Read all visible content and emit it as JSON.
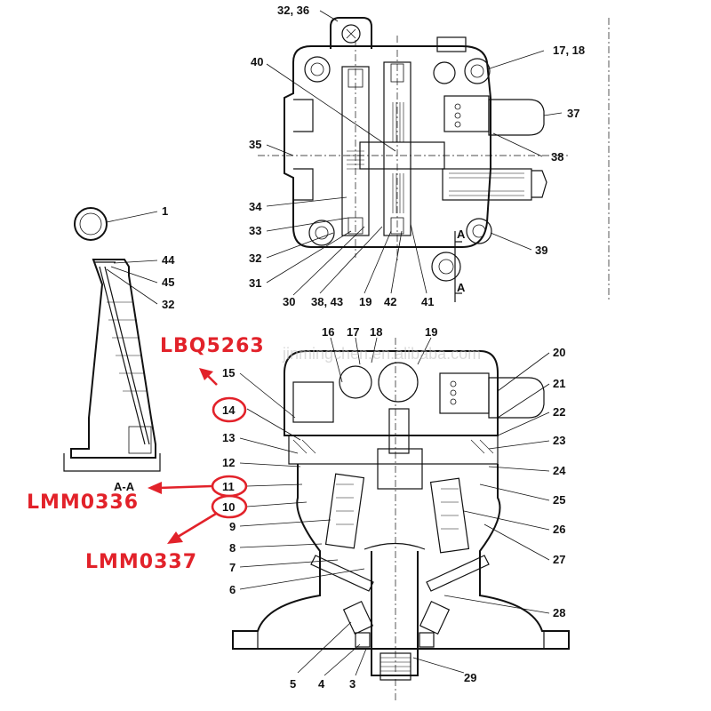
{
  "watermark": "jinmingchen.en.alibaba.com",
  "section_label": "A-A",
  "view_marker": "A",
  "highlight_codes": {
    "c14": "LBQ5263",
    "c11": "LMM0336",
    "c10": "LMM0337"
  },
  "callouts_top": [
    "32, 36",
    "17, 18",
    "40",
    "37",
    "35",
    "38",
    "34",
    "33",
    "39",
    "32",
    "31",
    "30",
    "38, 43",
    "19",
    "42",
    "41"
  ],
  "callouts_left": [
    "1",
    "44",
    "45",
    "32"
  ],
  "callouts_bottom": [
    "16",
    "17",
    "18",
    "19",
    "15",
    "20",
    "21",
    "14",
    "22",
    "13",
    "23",
    "12",
    "24",
    "11",
    "25",
    "10",
    "9",
    "26",
    "8",
    "27",
    "7",
    "6",
    "28",
    "5",
    "4",
    "3",
    "29"
  ],
  "colors": {
    "highlight": "#e2222a",
    "line": "#111111"
  }
}
